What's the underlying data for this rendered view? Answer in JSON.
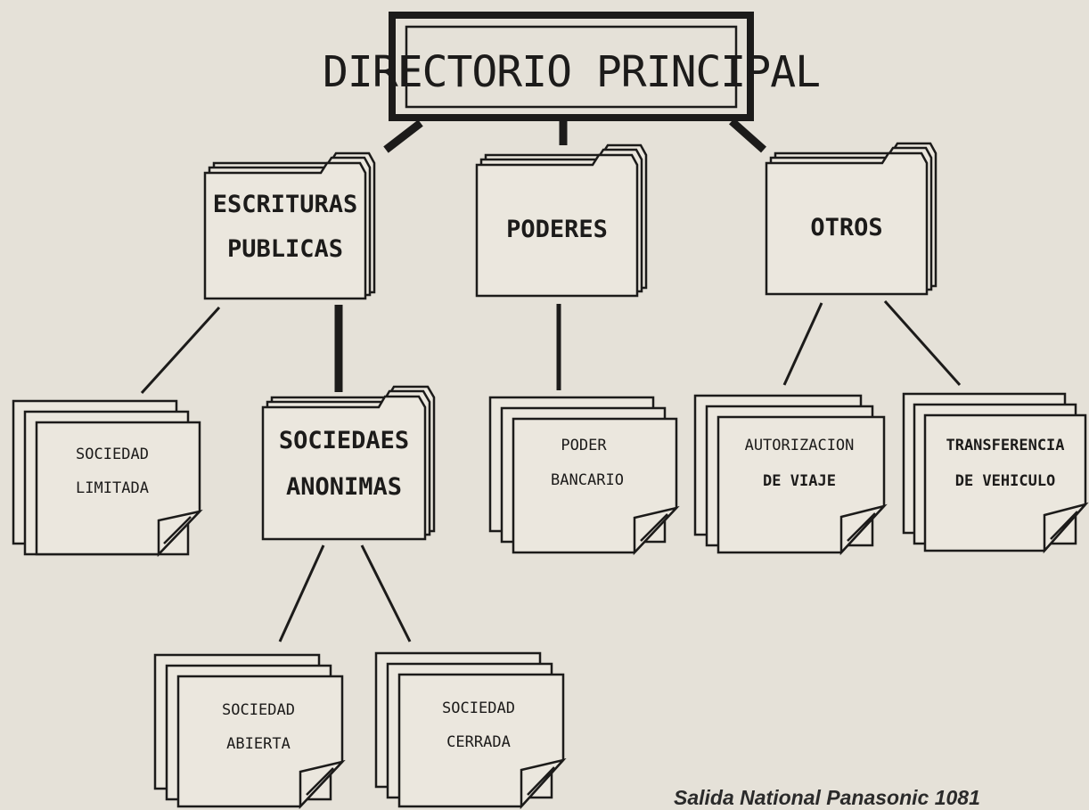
{
  "root": {
    "label": "DIRECTORIO PRINCIPAL"
  },
  "folders": {
    "escrituras": {
      "line1": "ESCRITURAS",
      "line2": "PUBLICAS"
    },
    "poderes": {
      "line1": "PODERES"
    },
    "otros": {
      "line1": "OTROS"
    },
    "sociedades": {
      "line1": "SOCIEDAES",
      "line2": "ANONIMAS"
    }
  },
  "documents": {
    "limitada": {
      "line1": "SOCIEDAD",
      "line2": "LIMITADA"
    },
    "poder_bancario": {
      "line1": "PODER",
      "line2": "BANCARIO"
    },
    "autorizacion": {
      "line1": "AUTORIZACION",
      "line2": "DE VIAJE"
    },
    "transferencia": {
      "line1": "TRANSFERENCIA",
      "line2": "DE VEHICULO"
    },
    "abierta": {
      "line1": "SOCIEDAD",
      "line2": "ABIERTA"
    },
    "cerrada": {
      "line1": "SOCIEDAD",
      "line2": "CERRADA"
    }
  },
  "caption": "Salida National Panasonic 1081",
  "colors": {
    "ink": "#1c1b1a",
    "paper": "#e5e1d8",
    "box_fill": "#ebe7de"
  }
}
